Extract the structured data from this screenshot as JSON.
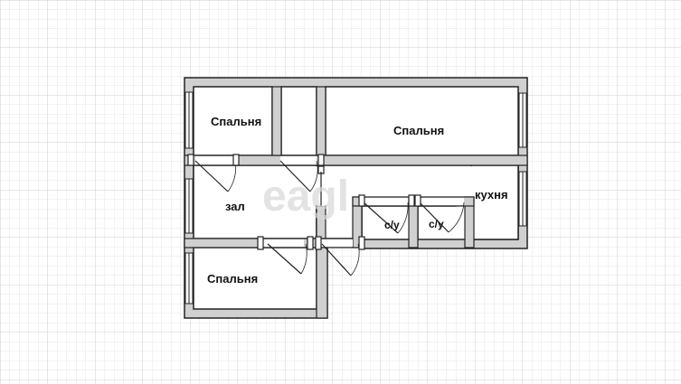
{
  "rooms": {
    "bedroom_top_left": "Спальня",
    "bedroom_top_right": "Спальня",
    "living_room": "зал",
    "kitchen": "кухня",
    "bathroom_1": "с/у",
    "bathroom_2": "с/у",
    "bedroom_bottom": "Спальня"
  },
  "watermark": "eagl",
  "colors": {
    "grid_minor": "#e6e6e6",
    "grid_major": "#cfcfcf",
    "wall_fill": "#d0d0d0",
    "wall_stroke": "#222222"
  }
}
